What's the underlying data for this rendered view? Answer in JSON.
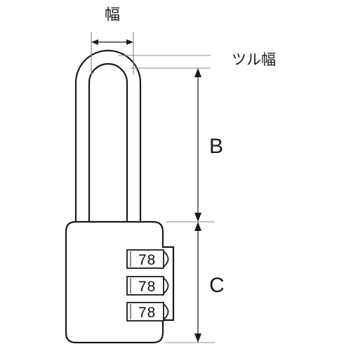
{
  "labels": {
    "width": "幅",
    "shackle_width": "ツル幅",
    "dim_b": "B",
    "dim_c": "C"
  },
  "dials": [
    {
      "digits": "78"
    },
    {
      "digits": "78"
    },
    {
      "digits": "78"
    }
  ],
  "colors": {
    "stroke": "#1a1a1a",
    "guide": "#888888",
    "fill": "#ffffff"
  }
}
